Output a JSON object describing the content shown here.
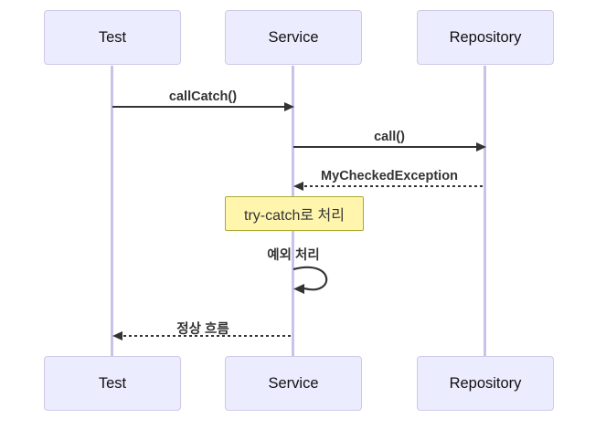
{
  "diagram": {
    "type": "sequence",
    "actors": [
      {
        "name": "Test"
      },
      {
        "name": "Service"
      },
      {
        "name": "Repository"
      }
    ],
    "messages": [
      {
        "from": "Test",
        "to": "Service",
        "label": "callCatch()",
        "line": "solid"
      },
      {
        "from": "Service",
        "to": "Repository",
        "label": "call()",
        "line": "solid"
      },
      {
        "from": "Repository",
        "to": "Service",
        "label": "MyCheckedException",
        "line": "dashed"
      },
      {
        "type": "note",
        "over": "Service",
        "label": "try-catch로 처리"
      },
      {
        "from": "Service",
        "to": "Service",
        "label": "예외 처리",
        "line": "self"
      },
      {
        "from": "Service",
        "to": "Test",
        "label": "정상 흐름",
        "line": "dashed"
      }
    ],
    "colors": {
      "actor_fill": "#ECECFF",
      "actor_border": "#CFC9E6",
      "actor_text": "#111111",
      "lifeline": "#C9C3EA",
      "arrow": "#333333",
      "text": "#333333",
      "note_fill": "#FFF5AD",
      "note_border": "#AAAA33"
    }
  }
}
